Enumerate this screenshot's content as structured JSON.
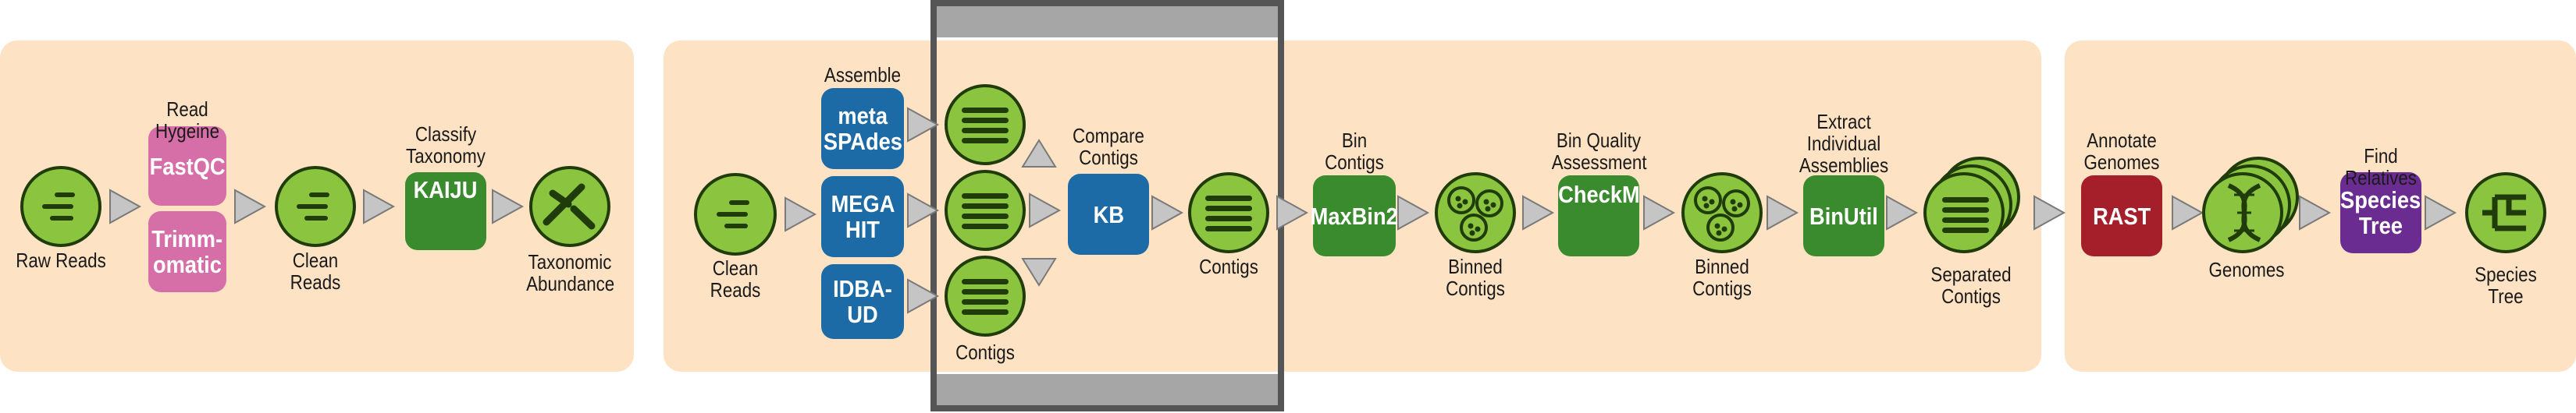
{
  "colors": {
    "panel": "#fde2c3",
    "node_green": "#8bc53f",
    "node_green_dark": "#1f3c0a",
    "arrow": "#c5c5c5",
    "pink": "#d66ea7",
    "green_tool": "#3a8a2e",
    "blue": "#1c6aa6",
    "red": "#a41f2a",
    "purple": "#6b2c91",
    "highlight_border": "#555555",
    "highlight_bar": "#a6a6a6"
  },
  "panel1": {
    "raw_reads": "Raw Reads",
    "read_hygeine": "Read Hygeine",
    "fastqc": "FastQC",
    "trimmomatic_1": "Trimm-",
    "trimmomatic_2": "omatic",
    "clean_reads": "Clean Reads",
    "classify_1": "Classify",
    "classify_2": "Taxonomy",
    "kaiju": "KAIJU",
    "tax_abund_1": "Taxonomic",
    "tax_abund_2": "Abundance"
  },
  "panel2": {
    "clean_reads": "Clean Reads",
    "assemble": "Assemble",
    "metaspades_1": "meta",
    "metaspades_2": "SPAdes",
    "megahit_1": "MEGA",
    "megahit_2": "HIT",
    "idba": "IDBA-UD",
    "contigs_left": "Contigs",
    "compare_1": "Compare",
    "compare_2": "Contigs",
    "kb": "KB",
    "contigs": "Contigs",
    "bin_1": "Bin",
    "bin_2": "Contigs",
    "maxbin": "MaxBin2",
    "binned_1_a": "Binned",
    "binned_1_b": "Contigs",
    "bq_1": "Bin Quality",
    "bq_2": "Assessment",
    "checkm": "CheckM",
    "binned_2_a": "Binned",
    "binned_2_b": "Contigs",
    "extract_1": "Extract",
    "extract_2": "Individual",
    "extract_3": "Assemblies",
    "binutil": "BinUtil",
    "separated_1": "Separated",
    "separated_2": "Contigs"
  },
  "panel3": {
    "annotate_1": "Annotate",
    "annotate_2": "Genomes",
    "rast": "RAST",
    "genomes": "Genomes",
    "find_relatives": "Find Relatives",
    "species_tree_1": "Species",
    "species_tree_2": "Tree",
    "species_tree_node": "Species Tree"
  }
}
